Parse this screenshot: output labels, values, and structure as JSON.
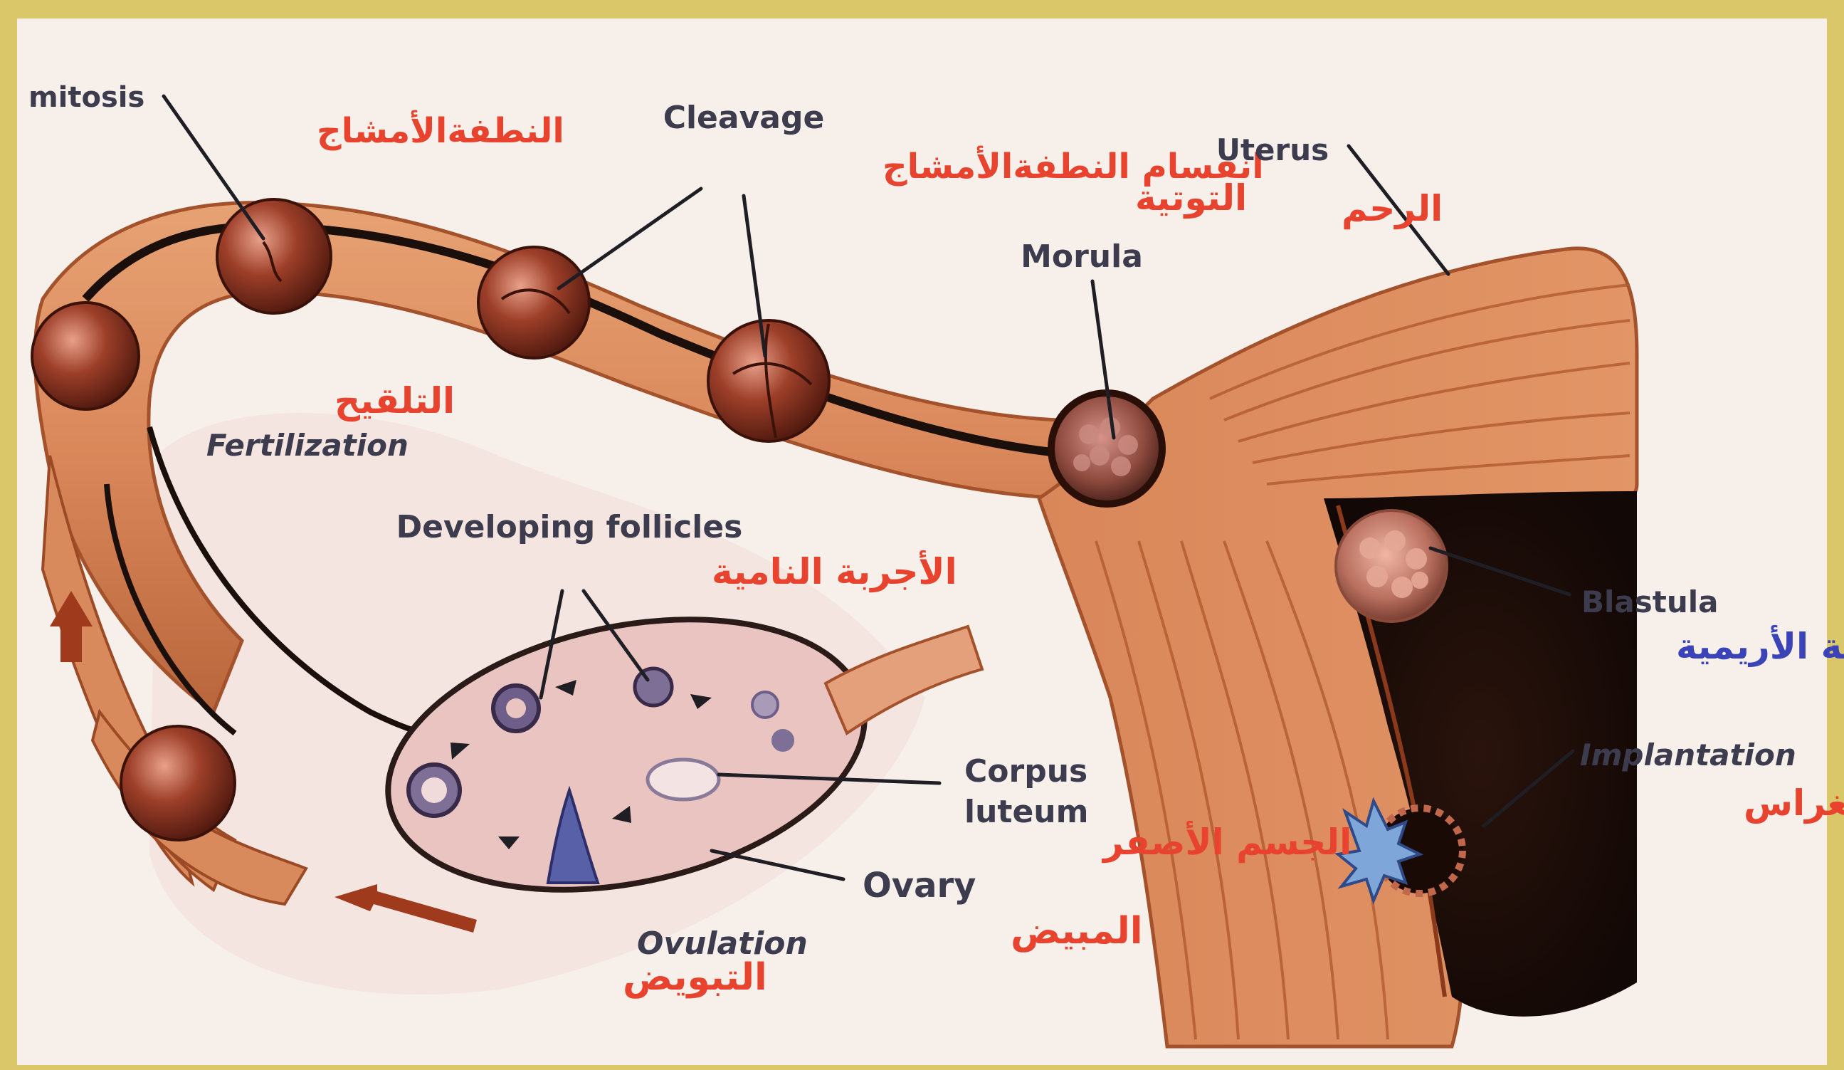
{
  "colors": {
    "frame": "#d9c76a",
    "paper": "#f7f0ea",
    "tissue": "#d9875a",
    "tissue_dark": "#a4522b",
    "tube_lumen": "#1a0f0a",
    "embryo": "#8e3a26",
    "ovary": "#e9c4c0",
    "arabic_red": "#e8432e",
    "arabic_blue": "#3b43b8",
    "english": "#3c3c4e"
  },
  "labels": {
    "mitosis_en": "mitosis",
    "mitosis_ar": "النطفةالأمشاج",
    "cleavage_en": "Cleavage",
    "cleavage_ar": "انقسام النطفةالأمشاج",
    "morula_ar": "التوتية",
    "morula_en": "Morula",
    "uterus_en": "Uterus",
    "uterus_ar": "الرحم",
    "fertilization_ar": "التلقيح",
    "fertilization_en": "Fertilization",
    "follicles_en": "Developing follicles",
    "follicles_ar": "الأجربة النامية",
    "blastula_en": "Blastula",
    "blastula_ar": "الكيسة الأريمية",
    "implantation_en": "Implantation",
    "implantation_ar": "الانغراس",
    "corpus_en_1": "Corpus",
    "corpus_en_2": "luteum",
    "corpus_ar": "الجسم الأصفر",
    "ovary_en": "Ovary",
    "ovary_ar": "المبيض",
    "ovulation_en": "Ovulation",
    "ovulation_ar": "التبويض"
  }
}
